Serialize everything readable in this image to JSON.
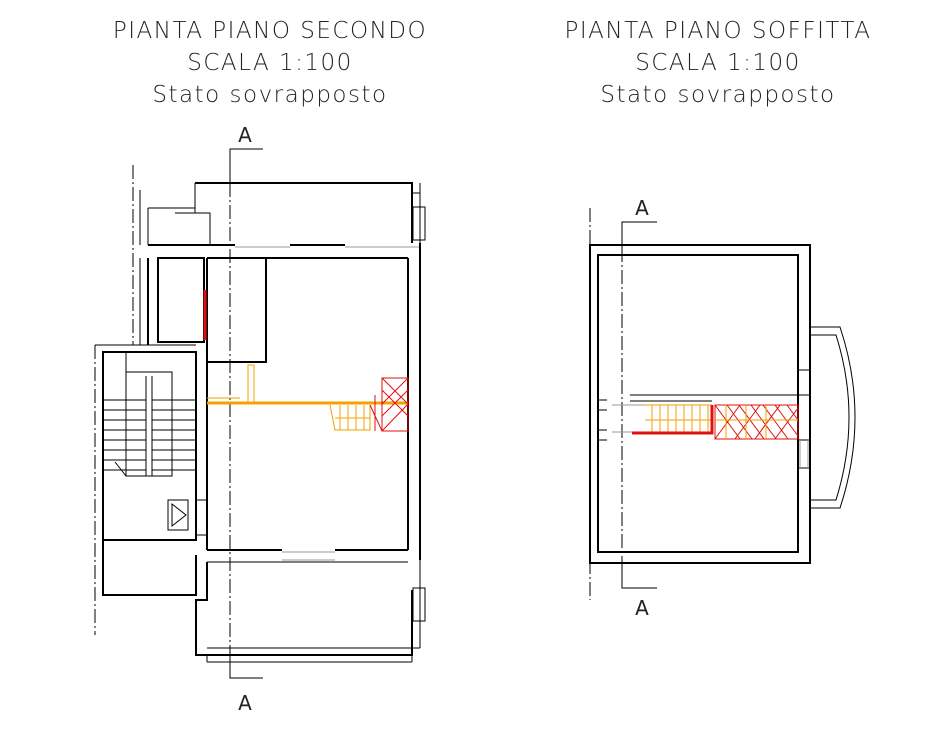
{
  "plans": [
    {
      "title_line1": "PIANTA PIANO SECONDO",
      "title_line2": "SCALA 1:100",
      "title_line3": "Stato sovrapposto",
      "section_top": "A",
      "section_bottom": "A"
    },
    {
      "title_line1": "PIANTA PIANO SOFFITTA",
      "title_line2": "SCALA 1:100",
      "title_line3": "Stato sovrapposto",
      "section_top": "A",
      "section_bottom": "A"
    }
  ],
  "colors": {
    "walls": "#000000",
    "existing_state": "#f2a100",
    "new_state": "#e01010"
  }
}
